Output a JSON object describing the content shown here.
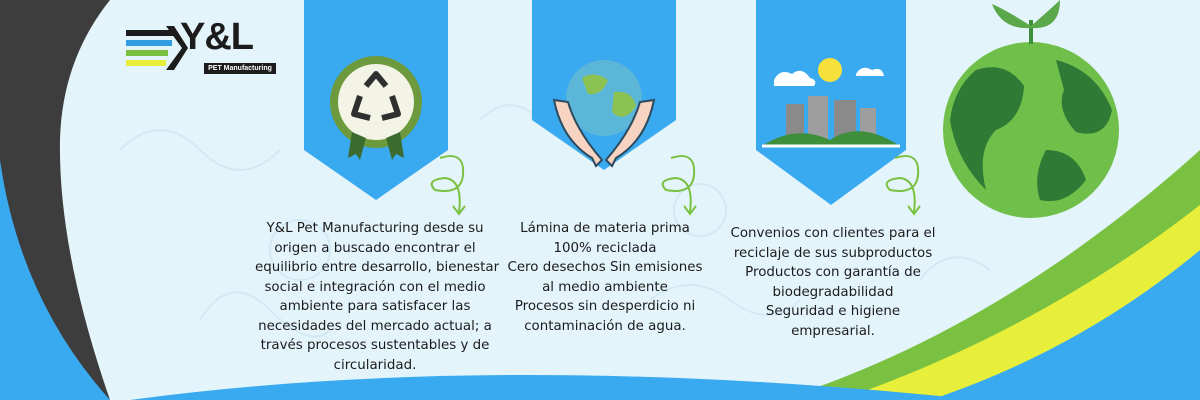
{
  "brand": {
    "name": "Y&L",
    "tagline": "PET Manufacturing"
  },
  "colors": {
    "banner_blue": "#3aaaf0",
    "dark_gray": "#3d3d3d",
    "accent_green": "#7ac142",
    "accent_yellow": "#e8ef3a",
    "background": "#e4f4fb"
  },
  "cards": [
    {
      "icon": "recycle-badge-icon",
      "lines": [
        "Y&L Pet Manufacturing desde su",
        "origen a buscado encontrar el",
        "equilibrio entre desarrollo, bienestar",
        "social e integración con el medio",
        "ambiente para satisfacer las",
        "necesidades del mercado actual; a",
        "través procesos sustentables y de",
        "circularidad."
      ]
    },
    {
      "icon": "hands-globe-icon",
      "lines": [
        "Lámina de materia prima",
        "100% reciclada",
        "Cero desechos Sin emisiones",
        "al medio ambiente",
        "Procesos sin desperdicio ni",
        "contaminación de agua."
      ]
    },
    {
      "icon": "green-city-icon",
      "lines": [
        "Convenios con clientes para el",
        "reciclaje de sus subproductos",
        "Productos con garantía de",
        "biodegradabilidad",
        "Seguridad e higiene",
        "empresarial."
      ]
    }
  ]
}
